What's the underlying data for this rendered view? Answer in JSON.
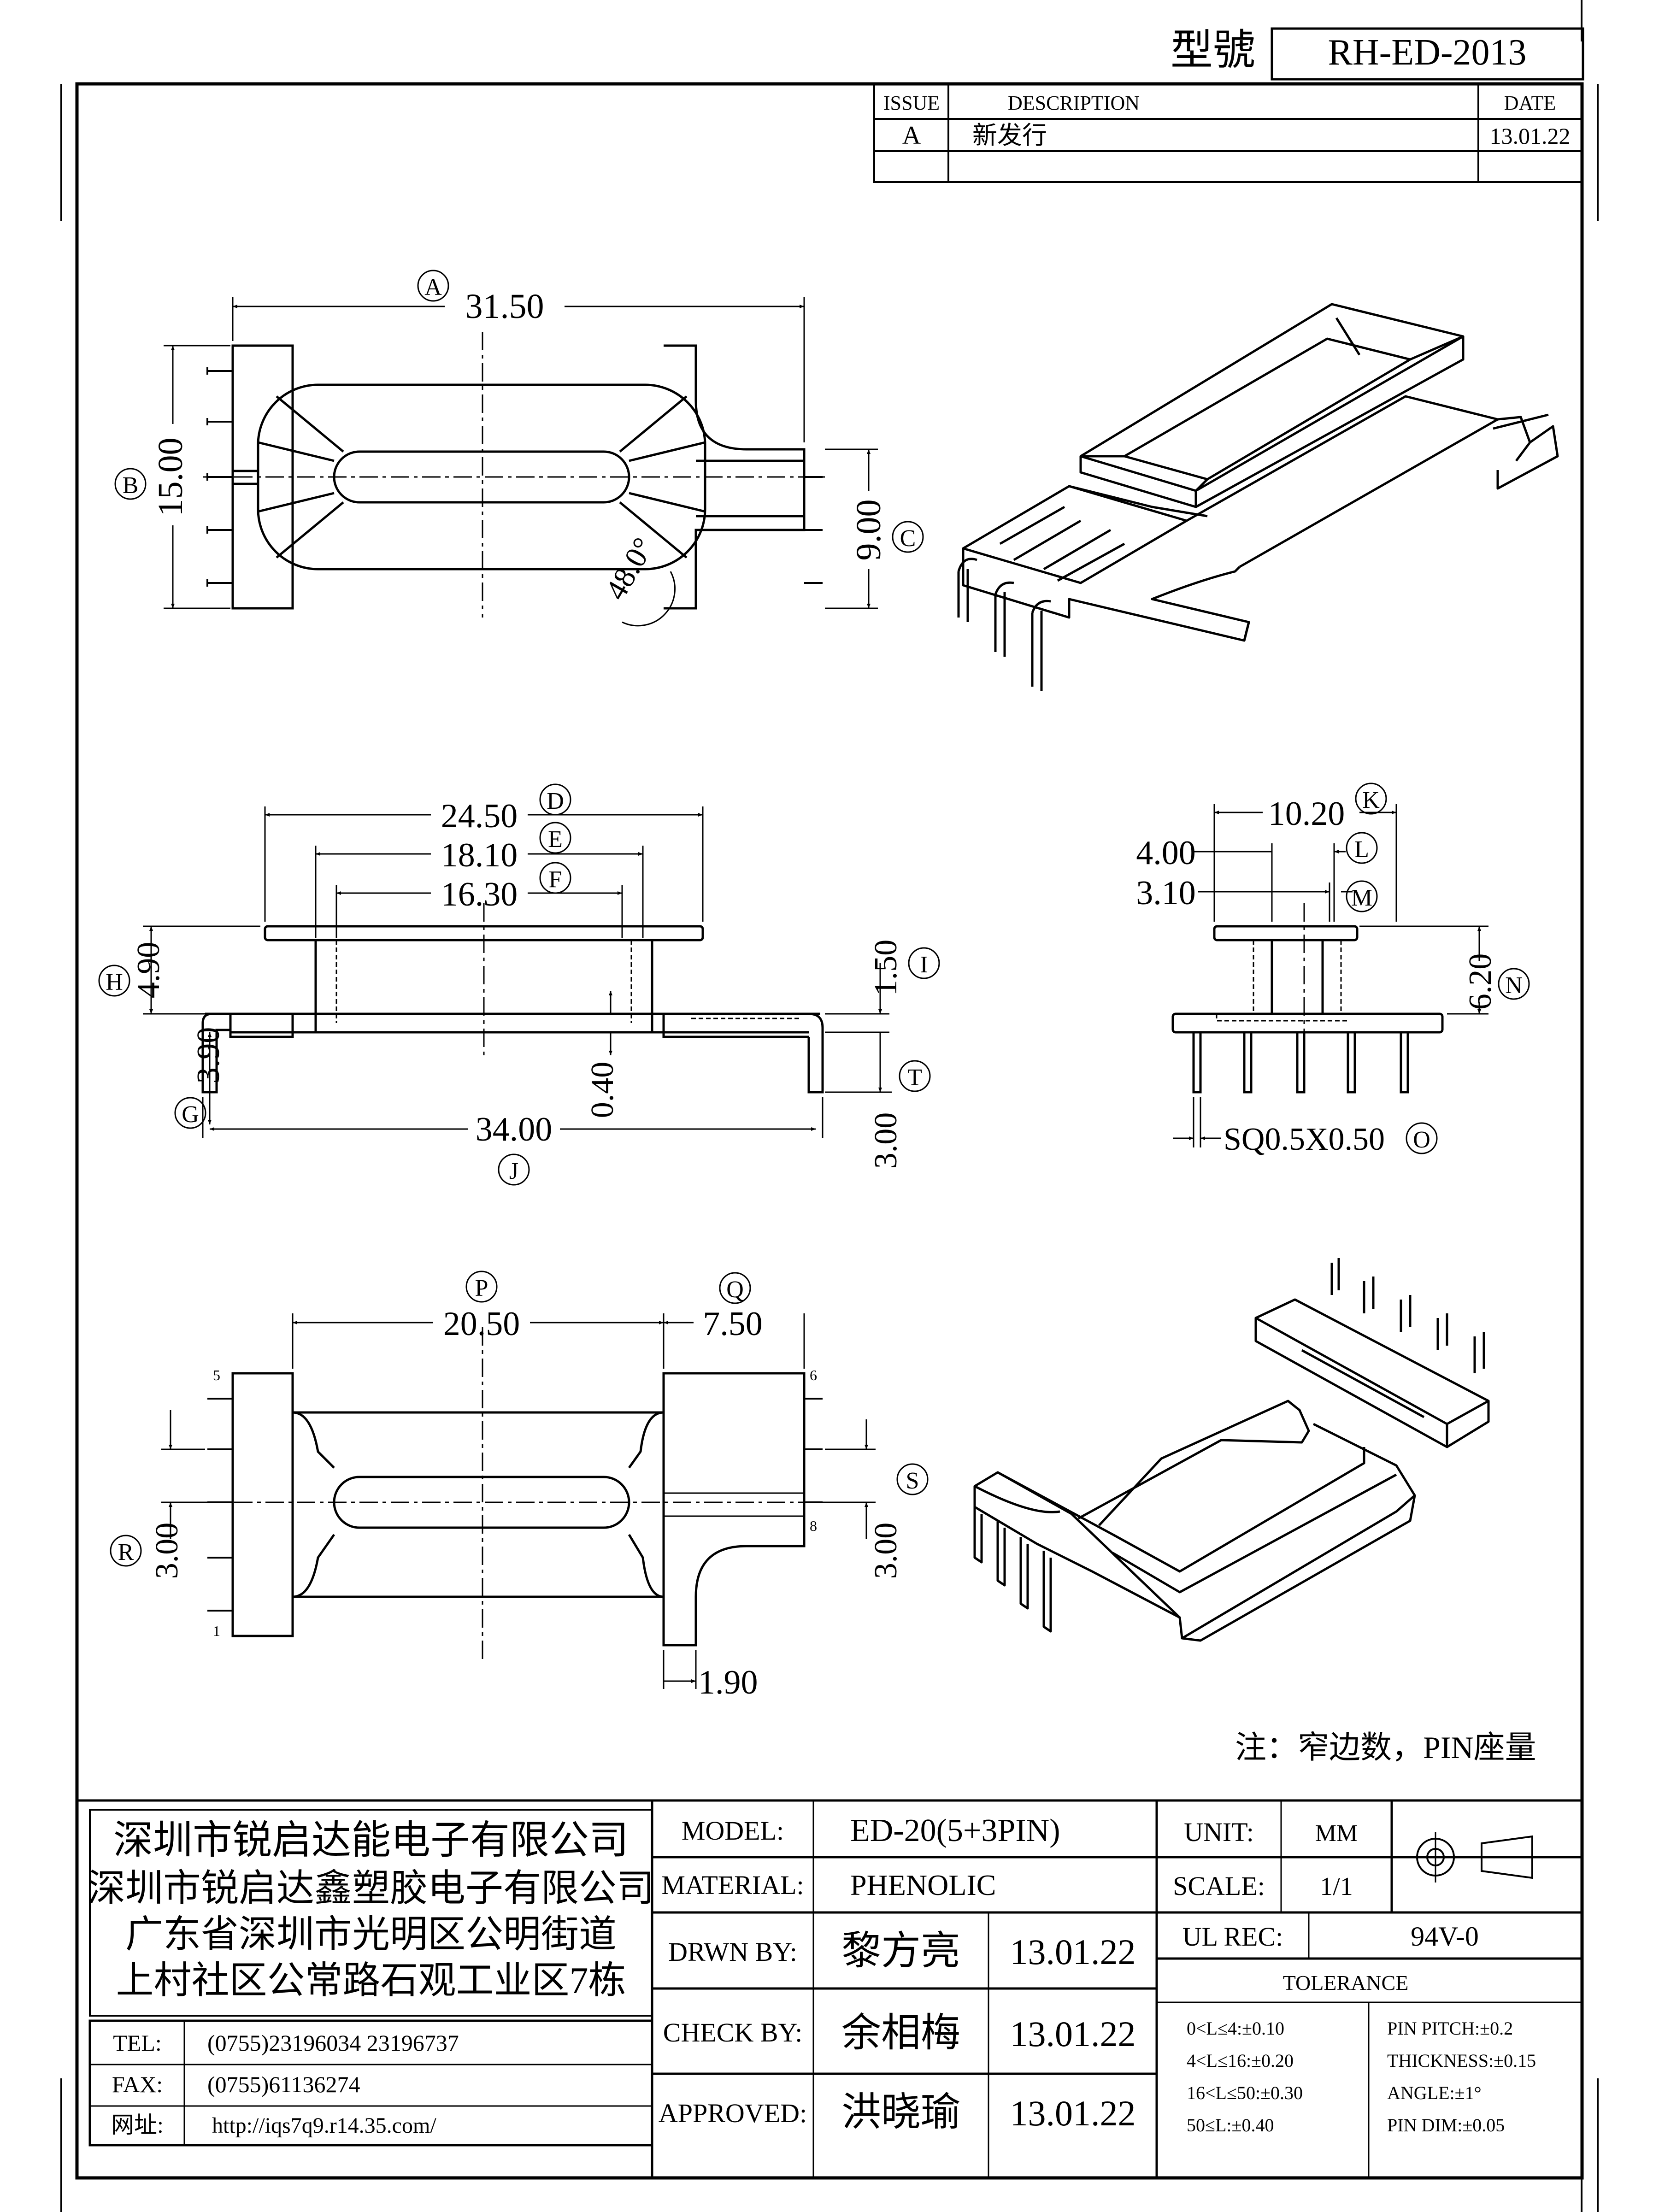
{
  "header": {
    "model_label": "型號",
    "model_no": "RH-ED-2013"
  },
  "revision": {
    "col_issue": "ISSUE",
    "col_desc": "DESCRIPTION",
    "col_date": "DATE",
    "issue": "A",
    "desc": "新发行",
    "date": "13.01.22"
  },
  "view_top": {
    "A_val": "31.50",
    "A": "A",
    "B_val": "15.00",
    "B": "B",
    "C_val": "9.00",
    "C": "C",
    "angle": "48.0°"
  },
  "view_side": {
    "D_val": "24.50",
    "D": "D",
    "E_val": "18.10",
    "E": "E",
    "F_val": "16.30",
    "F": "F",
    "H_val": "4.90",
    "H": "H",
    "I_val": "1.50",
    "I": "I",
    "G_val": "3.90",
    "G": "G",
    "J_val": "34.00",
    "J": "J",
    "gap_val": "0.40",
    "T_val": "3.00",
    "T": "T"
  },
  "view_end": {
    "K_val": "10.20",
    "K": "K",
    "L_val": "4.00",
    "L": "L",
    "M_val": "3.10",
    "M": "M",
    "N_val": "6.20",
    "N": "N",
    "O_val": "SQ0.5X0.50",
    "O": "O"
  },
  "view_bottom": {
    "P_val": "20.50",
    "P": "P",
    "Q_val": "7.50",
    "Q": "Q",
    "R_val": "3.00",
    "R": "R",
    "S_val": "3.00",
    "S": "S",
    "flange_val": "1.90",
    "pin5": "5",
    "pin1": "1",
    "pin6": "6",
    "pin8": "8"
  },
  "note": "注：窄边数，PIN座量",
  "company": {
    "line1": "深圳市锐启达能电子有限公司",
    "line2": "深圳市锐启达鑫塑胶电子有限公司",
    "line3": "广东省深圳市光明区公明街道",
    "line4": "上村社区公常路石观工业区7栋",
    "tel_label": "TEL:",
    "tel": "(0755)23196034  23196737",
    "fax_label": "FAX:",
    "fax": "(0755)61136274",
    "web_label": "网址:",
    "web": "http://iqs7q9.r14.35.com/"
  },
  "title_block": {
    "model_label": "MODEL:",
    "model": "ED-20(5+3PIN)",
    "material_label": "MATERIAL:",
    "material": "PHENOLIC",
    "drawn_label": "DRWN BY:",
    "drawn_by": "黎方亮",
    "drawn_date": "13.01.22",
    "check_label": "CHECK BY:",
    "check_by": "余相梅",
    "check_date": "13.01.22",
    "approved_label": "APPROVED:",
    "approved_by": "洪晓瑜",
    "approved_date": "13.01.22",
    "unit_label": "UNIT:",
    "unit": "MM",
    "scale_label": "SCALE:",
    "scale": "1/1",
    "ul_label": "UL REC:",
    "ul": "94V-0",
    "tolerance_label": "TOLERANCE",
    "tol1": "0<L≤4:±0.10",
    "tol2": "4<L≤16:±0.20",
    "tol3": "16<L≤50:±0.30",
    "tol4": "50≤L:±0.40",
    "tol5": "PIN PITCH:±0.2",
    "tol6": "THICKNESS:±0.15",
    "tol7": "ANGLE:±1°",
    "tol8": "PIN DIM:±0.05"
  }
}
